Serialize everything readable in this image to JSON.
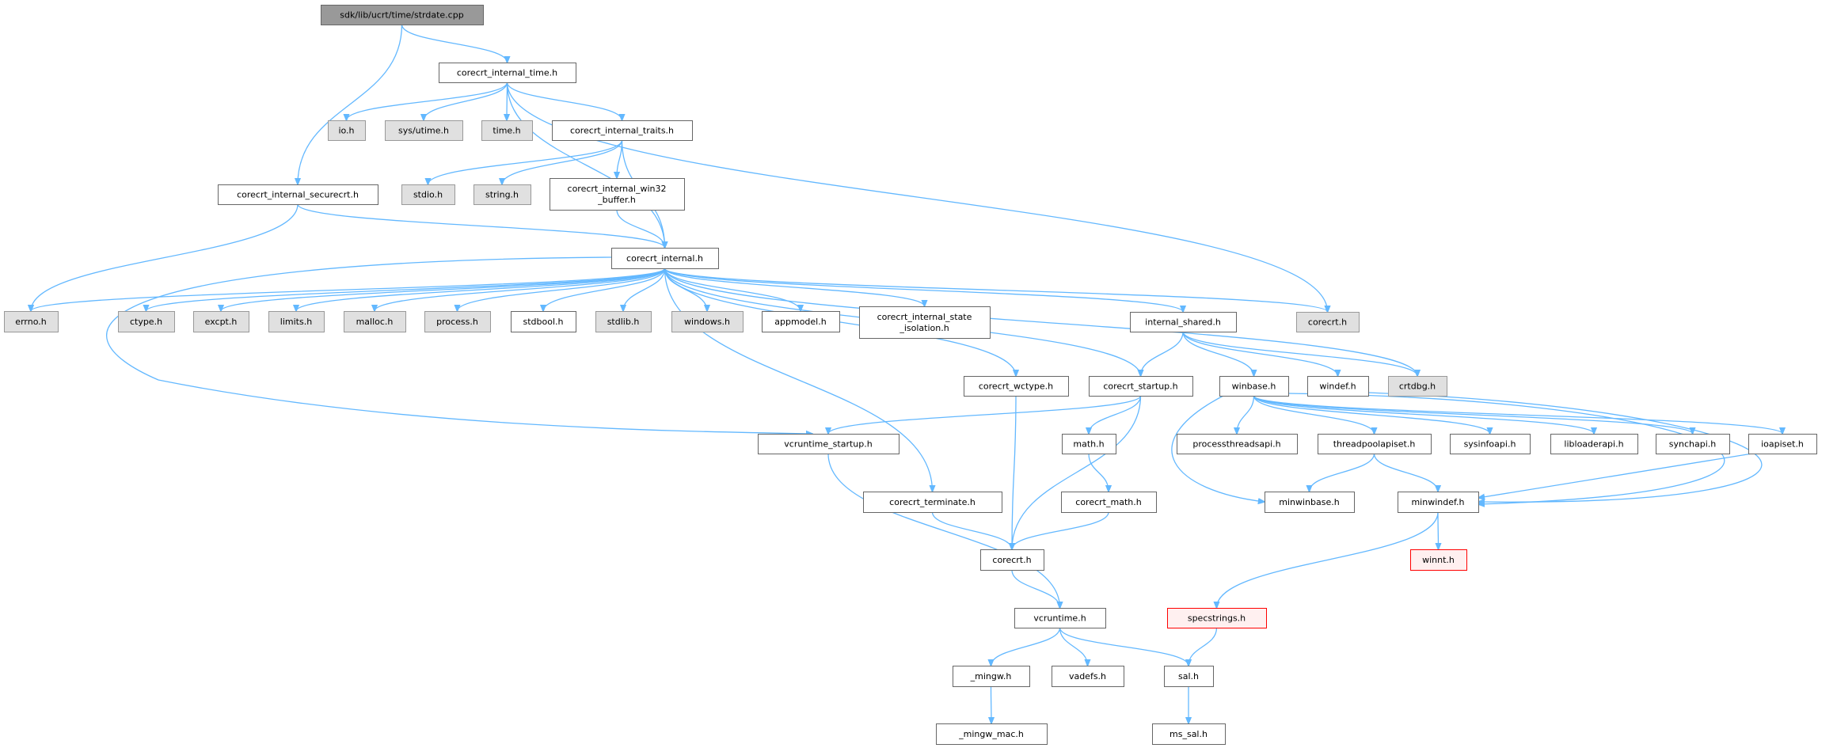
{
  "graph": {
    "title": "sdk/lib/ucrt/time/strdate.cpp",
    "colors": {
      "edge": "#63b8ff",
      "root_fill": "#999999",
      "root_border": "#666666",
      "gray_fill": "#e0e0e0",
      "gray_border": "#999999",
      "white_fill": "#ffffff",
      "white_border": "#666666",
      "red_fill": "#fff0f0",
      "red_border": "#ff0000"
    },
    "nodes": [
      {
        "id": "root",
        "label": [
          "sdk/lib/ucrt/time/strdate.cpp"
        ],
        "style": "root"
      },
      {
        "id": "internal_time",
        "label": [
          "corecrt_internal_time.h"
        ],
        "style": "white"
      },
      {
        "id": "io",
        "label": [
          "io.h"
        ],
        "style": "gray"
      },
      {
        "id": "sys_utime",
        "label": [
          "sys/utime.h"
        ],
        "style": "gray"
      },
      {
        "id": "time",
        "label": [
          "time.h"
        ],
        "style": "gray"
      },
      {
        "id": "traits",
        "label": [
          "corecrt_internal_traits.h"
        ],
        "style": "white"
      },
      {
        "id": "securecrt",
        "label": [
          "corecrt_internal_securecrt.h"
        ],
        "style": "white"
      },
      {
        "id": "stdio",
        "label": [
          "stdio.h"
        ],
        "style": "gray"
      },
      {
        "id": "string",
        "label": [
          "string.h"
        ],
        "style": "gray"
      },
      {
        "id": "win32_buffer",
        "label": [
          "corecrt_internal_win32",
          "_buffer.h"
        ],
        "style": "white"
      },
      {
        "id": "internal",
        "label": [
          "corecrt_internal.h"
        ],
        "style": "white"
      },
      {
        "id": "errno",
        "label": [
          "errno.h"
        ],
        "style": "gray"
      },
      {
        "id": "ctype",
        "label": [
          "ctype.h"
        ],
        "style": "gray"
      },
      {
        "id": "excpt",
        "label": [
          "excpt.h"
        ],
        "style": "gray"
      },
      {
        "id": "limits",
        "label": [
          "limits.h"
        ],
        "style": "gray"
      },
      {
        "id": "malloc",
        "label": [
          "malloc.h"
        ],
        "style": "gray"
      },
      {
        "id": "process",
        "label": [
          "process.h"
        ],
        "style": "gray"
      },
      {
        "id": "stdbool",
        "label": [
          "stdbool.h"
        ],
        "style": "white"
      },
      {
        "id": "stdlib",
        "label": [
          "stdlib.h"
        ],
        "style": "gray"
      },
      {
        "id": "windows",
        "label": [
          "windows.h"
        ],
        "style": "gray"
      },
      {
        "id": "appmodel",
        "label": [
          "appmodel.h"
        ],
        "style": "white"
      },
      {
        "id": "state_isolation",
        "label": [
          "corecrt_internal_state",
          "_isolation.h"
        ],
        "style": "white"
      },
      {
        "id": "internal_shared",
        "label": [
          "internal_shared.h"
        ],
        "style": "white"
      },
      {
        "id": "corecrt_gray",
        "label": [
          "corecrt.h"
        ],
        "style": "gray"
      },
      {
        "id": "wctype",
        "label": [
          "corecrt_wctype.h"
        ],
        "style": "white"
      },
      {
        "id": "startup",
        "label": [
          "corecrt_startup.h"
        ],
        "style": "white"
      },
      {
        "id": "winbase",
        "label": [
          "winbase.h"
        ],
        "style": "white"
      },
      {
        "id": "windef",
        "label": [
          "windef.h"
        ],
        "style": "white"
      },
      {
        "id": "crtdbg",
        "label": [
          "crtdbg.h"
        ],
        "style": "gray"
      },
      {
        "id": "vcruntime_startup",
        "label": [
          "vcruntime_startup.h"
        ],
        "style": "white"
      },
      {
        "id": "math",
        "label": [
          "math.h"
        ],
        "style": "white"
      },
      {
        "id": "processthreadsapi",
        "label": [
          "processthreadsapi.h"
        ],
        "style": "white"
      },
      {
        "id": "threadpoolapiset",
        "label": [
          "threadpoolapiset.h"
        ],
        "style": "white"
      },
      {
        "id": "sysinfoapi",
        "label": [
          "sysinfoapi.h"
        ],
        "style": "white"
      },
      {
        "id": "libloaderapi",
        "label": [
          "libloaderapi.h"
        ],
        "style": "white"
      },
      {
        "id": "synchapi",
        "label": [
          "synchapi.h"
        ],
        "style": "white"
      },
      {
        "id": "ioapiset",
        "label": [
          "ioapiset.h"
        ],
        "style": "white"
      },
      {
        "id": "terminate",
        "label": [
          "corecrt_terminate.h"
        ],
        "style": "white"
      },
      {
        "id": "corecrt_math",
        "label": [
          "corecrt_math.h"
        ],
        "style": "white"
      },
      {
        "id": "minwinbase",
        "label": [
          "minwinbase.h"
        ],
        "style": "white"
      },
      {
        "id": "minwindef",
        "label": [
          "minwindef.h"
        ],
        "style": "white"
      },
      {
        "id": "corecrt",
        "label": [
          "corecrt.h"
        ],
        "style": "white"
      },
      {
        "id": "winnt",
        "label": [
          "winnt.h"
        ],
        "style": "red"
      },
      {
        "id": "vcruntime",
        "label": [
          "vcruntime.h"
        ],
        "style": "white"
      },
      {
        "id": "specstrings",
        "label": [
          "specstrings.h"
        ],
        "style": "red"
      },
      {
        "id": "mingw",
        "label": [
          "_mingw.h"
        ],
        "style": "white"
      },
      {
        "id": "vadefs",
        "label": [
          "vadefs.h"
        ],
        "style": "white"
      },
      {
        "id": "sal",
        "label": [
          "sal.h"
        ],
        "style": "white"
      },
      {
        "id": "mingw_mac",
        "label": [
          "_mingw_mac.h"
        ],
        "style": "white"
      },
      {
        "id": "ms_sal",
        "label": [
          "ms_sal.h"
        ],
        "style": "white"
      }
    ],
    "edges": [
      [
        "root",
        "internal_time"
      ],
      [
        "root",
        "securecrt"
      ],
      [
        "internal_time",
        "io"
      ],
      [
        "internal_time",
        "sys_utime"
      ],
      [
        "internal_time",
        "time"
      ],
      [
        "internal_time",
        "traits"
      ],
      [
        "internal_time",
        "internal"
      ],
      [
        "internal_time",
        "corecrt_gray"
      ],
      [
        "traits",
        "stdio"
      ],
      [
        "traits",
        "string"
      ],
      [
        "traits",
        "win32_buffer"
      ],
      [
        "traits",
        "internal"
      ],
      [
        "securecrt",
        "errno"
      ],
      [
        "securecrt",
        "internal"
      ],
      [
        "win32_buffer",
        "internal"
      ],
      [
        "internal",
        "errno"
      ],
      [
        "internal",
        "ctype"
      ],
      [
        "internal",
        "excpt"
      ],
      [
        "internal",
        "limits"
      ],
      [
        "internal",
        "malloc"
      ],
      [
        "internal",
        "process"
      ],
      [
        "internal",
        "stdbool"
      ],
      [
        "internal",
        "stdlib"
      ],
      [
        "internal",
        "windows"
      ],
      [
        "internal",
        "appmodel"
      ],
      [
        "internal",
        "state_isolation"
      ],
      [
        "internal",
        "corecrt_gray"
      ],
      [
        "internal",
        "internal_shared"
      ],
      [
        "internal",
        "crtdbg"
      ],
      [
        "internal",
        "startup"
      ],
      [
        "internal",
        "wctype"
      ],
      [
        "internal",
        "terminate"
      ],
      [
        "internal",
        "vcruntime_startup"
      ],
      [
        "internal_shared",
        "startup"
      ],
      [
        "internal_shared",
        "winbase"
      ],
      [
        "internal_shared",
        "windef"
      ],
      [
        "internal_shared",
        "crtdbg"
      ],
      [
        "wctype",
        "corecrt"
      ],
      [
        "startup",
        "vcruntime_startup"
      ],
      [
        "startup",
        "corecrt"
      ],
      [
        "startup",
        "math"
      ],
      [
        "math",
        "corecrt_math"
      ],
      [
        "corecrt_math",
        "corecrt"
      ],
      [
        "winbase",
        "processthreadsapi"
      ],
      [
        "winbase",
        "threadpoolapiset"
      ],
      [
        "winbase",
        "sysinfoapi"
      ],
      [
        "winbase",
        "libloaderapi"
      ],
      [
        "winbase",
        "synchapi"
      ],
      [
        "winbase",
        "ioapiset"
      ],
      [
        "winbase",
        "minwinbase"
      ],
      [
        "winbase",
        "minwindef"
      ],
      [
        "threadpoolapiset",
        "minwinbase"
      ],
      [
        "threadpoolapiset",
        "minwindef"
      ],
      [
        "ioapiset",
        "minwindef"
      ],
      [
        "windef",
        "minwindef"
      ],
      [
        "minwindef",
        "winnt"
      ],
      [
        "minwindef",
        "specstrings"
      ],
      [
        "terminate",
        "corecrt"
      ],
      [
        "vcruntime_startup",
        "vcruntime"
      ],
      [
        "corecrt",
        "vcruntime"
      ],
      [
        "vcruntime",
        "mingw"
      ],
      [
        "vcruntime",
        "vadefs"
      ],
      [
        "vcruntime",
        "sal"
      ],
      [
        "specstrings",
        "sal"
      ],
      [
        "mingw",
        "mingw_mac"
      ],
      [
        "sal",
        "ms_sal"
      ]
    ]
  }
}
